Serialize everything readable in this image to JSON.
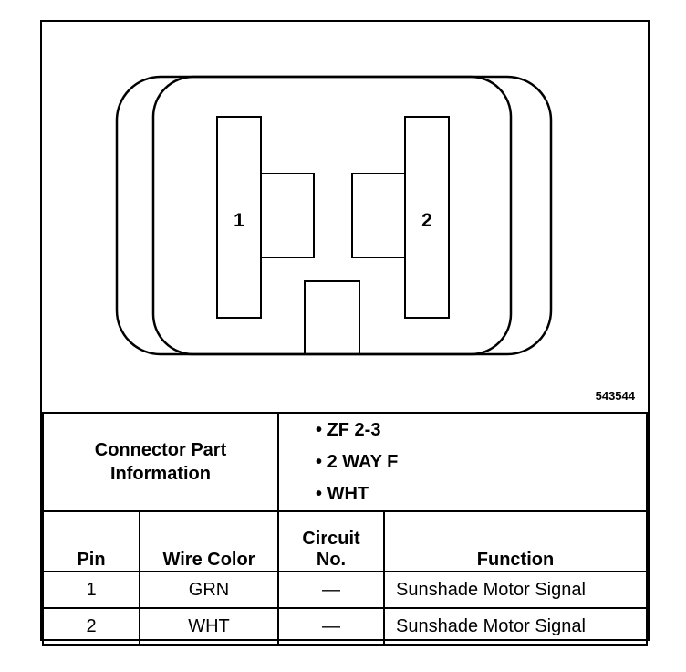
{
  "diagram": {
    "pin_labels": [
      "1",
      "2"
    ],
    "figure_id": "543544"
  },
  "part_info": {
    "label_line1": "Connector Part",
    "label_line2": "Information",
    "items": [
      "ZF 2-3",
      "2 WAY F",
      "WHT"
    ]
  },
  "table": {
    "headers": {
      "pin": "Pin",
      "wire_color": "Wire Color",
      "circuit_line1": "Circuit",
      "circuit_line2": "No.",
      "function": "Function"
    },
    "rows": [
      {
        "pin": "1",
        "wire_color": "GRN",
        "circuit": "—",
        "function": "Sunshade Motor Signal"
      },
      {
        "pin": "2",
        "wire_color": "WHT",
        "circuit": "—",
        "function": "Sunshade Motor Signal"
      }
    ]
  }
}
